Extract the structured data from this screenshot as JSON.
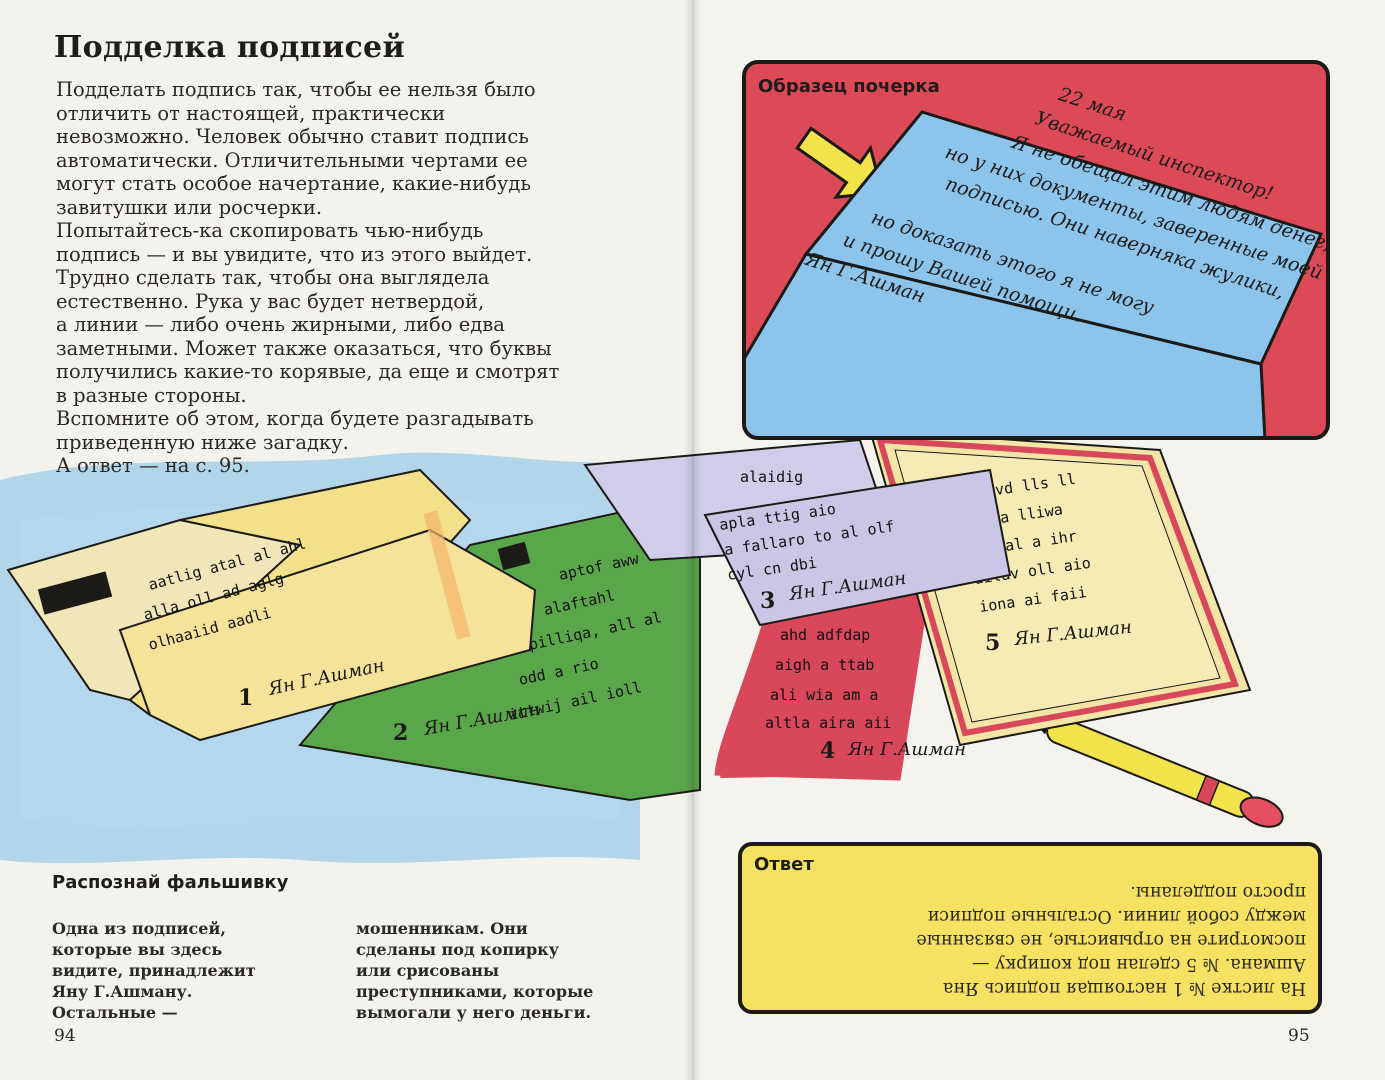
{
  "left_page": {
    "title": "Подделка подписей",
    "intro_lines": [
      "Подделать подпись так, чтобы ее нельзя было",
      "отличить от настоящей, практически",
      "невозможно. Человек обычно ставит подпись",
      "автоматически. Отличительными чертами ее",
      "могут стать особое начертание, какие-нибудь",
      "завитушки или росчерки.",
      "Попытайтесь-ка скопировать чью-нибудь",
      "подпись — и вы увидите, что из этого выйдет.",
      "Трудно сделать так, чтобы она выглядела",
      "естественно. Рука у вас будет нетвердой,",
      "а линии — либо очень жирными, либо едва",
      "заметными. Может также оказаться, что буквы",
      "получились какие-то корявые, да еще и смотрят",
      "в разные стороны.",
      "Вспомните об этом, когда будете разгадывать",
      "приведенную ниже загадку.",
      "А ответ — на с. 95."
    ],
    "section_heading": "Распознай фальшивку",
    "col1_lines": [
      "Одна из подписей,",
      "которые вы здесь",
      "видите, принадлежит",
      "Яну  Г.Ашману.",
      "Остальные —"
    ],
    "col2_lines": [
      "мошенникам. Они",
      "сделаны под копирку",
      "или срисованы",
      "преступниками, которые",
      "вымогали у него деньги."
    ],
    "page_number": "94"
  },
  "right_page": {
    "sample_label": "Образец почерка",
    "letter_lines": [
      "22 мая",
      "Уважаемый инспектор!",
      "Я не обещал этим людям денег,",
      "но у них документы, заверенные моей",
      "подписью. Они наверняка жулики,"
    ],
    "letter_lines_bottom": [
      "но доказать этого я не могу",
      "и прошу Вашей помощи.",
      "Ян Г.Ашман"
    ],
    "answer_label": "Ответ",
    "answer_lines": [
      "На листке № 1 настоящая подпись Яна",
      "Ашмана. № 5 сделан под копирку —",
      "посмотрите на отрывистые, не связанные",
      "между собой линии. Остальные подписи",
      "просто подделаны."
    ],
    "page_number": "95"
  },
  "illustration": {
    "signature": "Ян Г.Ашман",
    "card_numbers": [
      "1",
      "2",
      "3",
      "4",
      "5"
    ]
  },
  "colors": {
    "paper": "#f4f2ec",
    "sky_blue": "#8fc3e6",
    "card_yellow": "#f2e08a",
    "card_green": "#5aa64a",
    "card_red": "#d9485a",
    "card_lavender": "#c9c6e6",
    "letter_blue": "#8cc4ec",
    "answer_yellow": "#f5e262"
  }
}
